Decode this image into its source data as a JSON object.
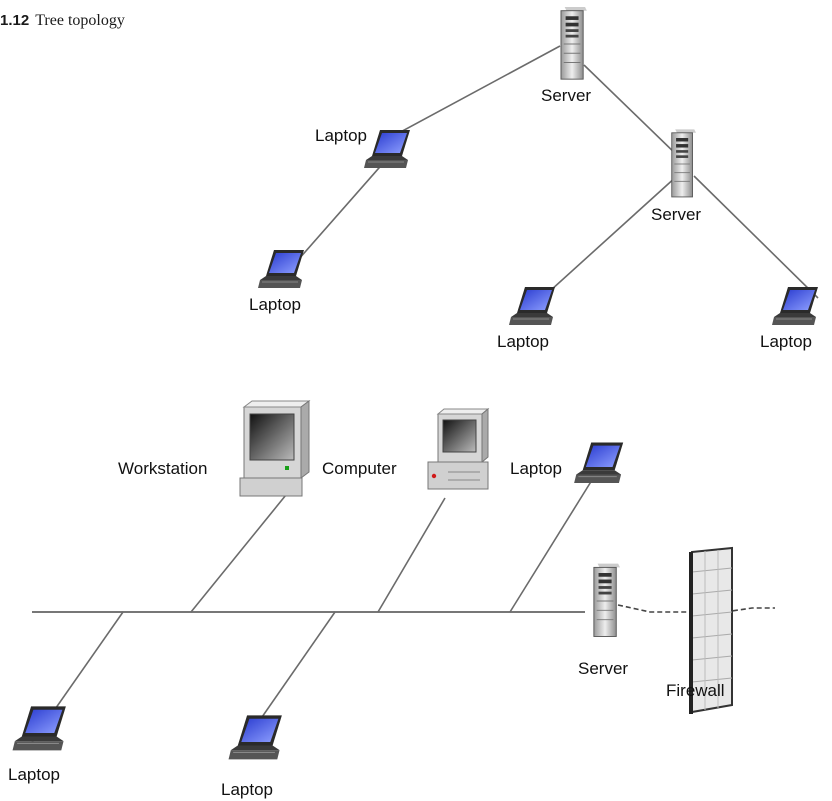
{
  "caption": {
    "number": "1.12",
    "title": "Tree topology"
  },
  "tree": {
    "root_server": "Server",
    "sub_server": "Server",
    "laptop_upper": "Laptop",
    "laptop_lower_left": "Laptop",
    "laptop_mid": "Laptop",
    "laptop_right": "Laptop"
  },
  "bus": {
    "workstation": "Workstation",
    "computer": "Computer",
    "laptop_top": "Laptop",
    "server": "Server",
    "firewall": "Firewall",
    "laptop_bottom_left": "Laptop",
    "laptop_bottom_mid": "Laptop"
  }
}
